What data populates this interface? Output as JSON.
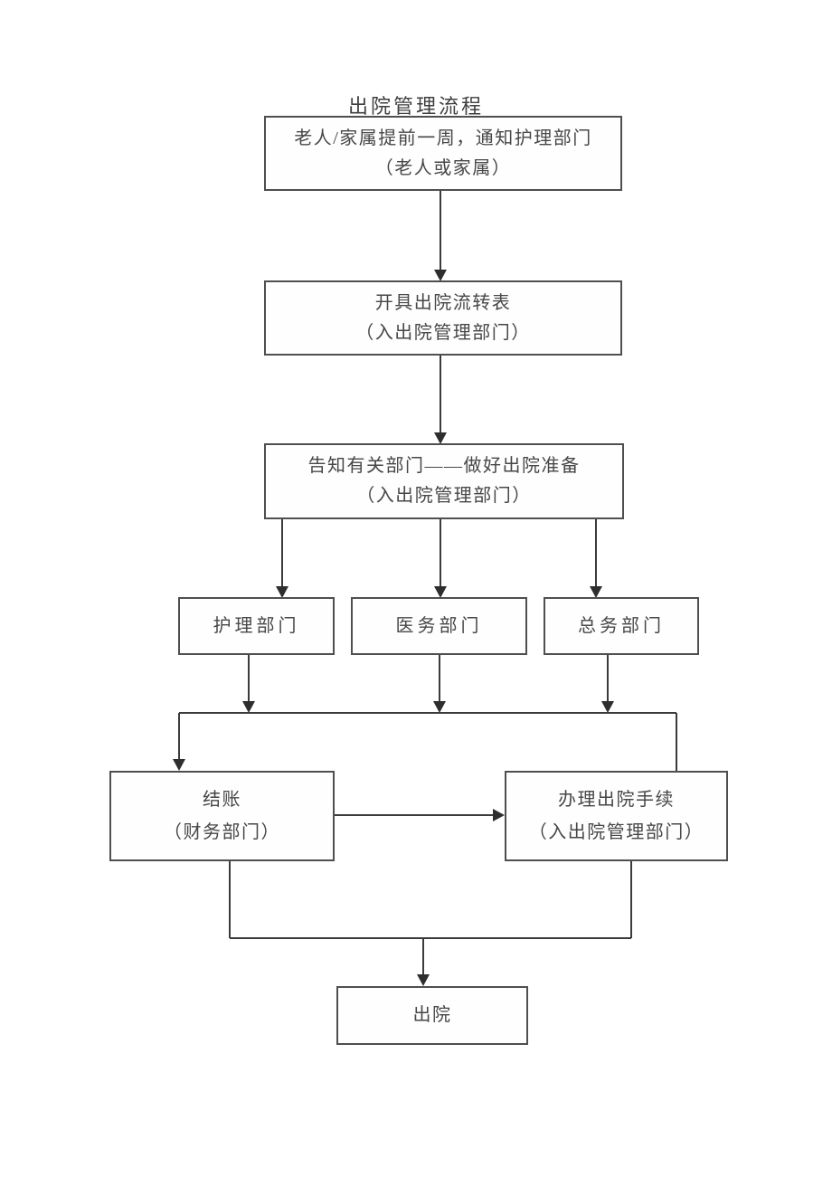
{
  "title": "出院管理流程",
  "colors": {
    "ink": "#3b3b3b",
    "border": "#4f4f4f",
    "background": "#ffffff"
  },
  "nodes": {
    "notify": {
      "line1": "老人/家属提前一周，通知护理部门",
      "line2": "（老人或家属）"
    },
    "issue": {
      "line1": "开具出院流转表",
      "line2": "（入出院管理部门）"
    },
    "inform": {
      "line1": "告知有关部门——做好出院准备",
      "line2": "（入出院管理部门）"
    },
    "nursing": {
      "line1": "护理部门"
    },
    "medical": {
      "line1": "医务部门"
    },
    "general": {
      "line1": "总务部门"
    },
    "settle": {
      "line1": "结账",
      "line2": "（财务部门）"
    },
    "procedures": {
      "line1": "办理出院手续",
      "line2": "（入出院管理部门）"
    },
    "discharge": {
      "line1": "出院"
    }
  },
  "edges": [
    {
      "from": "notify",
      "to": "issue"
    },
    {
      "from": "issue",
      "to": "inform"
    },
    {
      "from": "inform",
      "to": "nursing"
    },
    {
      "from": "inform",
      "to": "medical"
    },
    {
      "from": "inform",
      "to": "general"
    },
    {
      "from": "nursing",
      "to": "settle"
    },
    {
      "from": "medical",
      "to": "settle"
    },
    {
      "from": "general",
      "to": "procedures"
    },
    {
      "from": "settle",
      "to": "procedures"
    },
    {
      "from": "settle",
      "to": "discharge"
    },
    {
      "from": "procedures",
      "to": "discharge"
    }
  ]
}
